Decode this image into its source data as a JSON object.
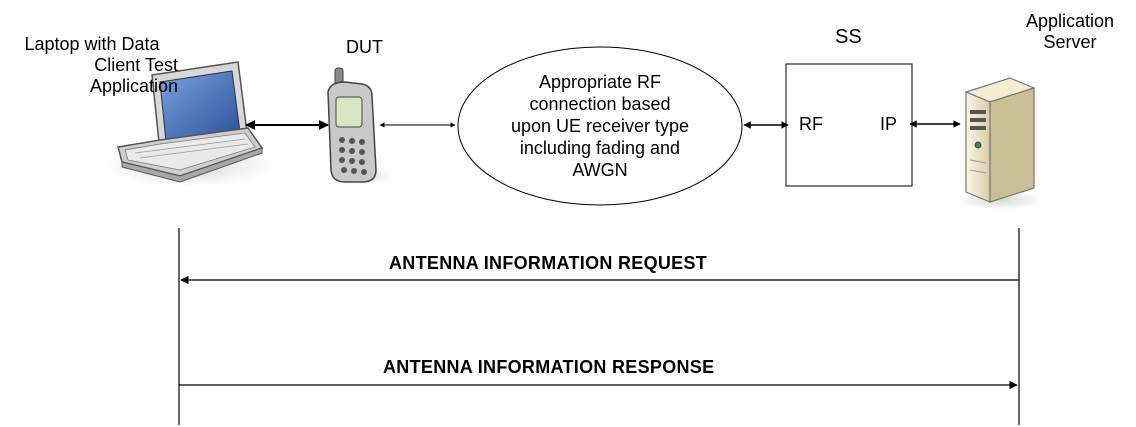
{
  "nodes": {
    "laptop": {
      "label_lines": [
        "Laptop with Data",
        "Client Test",
        "Application"
      ]
    },
    "dut": {
      "label": "DUT"
    },
    "rf_connection": {
      "label_lines": [
        "Appropriate RF",
        "connection based",
        "upon UE receiver type",
        "including fading and",
        "AWGN"
      ]
    },
    "ss": {
      "label": "SS",
      "port_rf": "RF",
      "port_ip": "IP"
    },
    "server": {
      "label_lines": [
        "Application",
        "Server"
      ]
    }
  },
  "messages": [
    {
      "label": "ANTENNA INFORMATION REQUEST",
      "direction": "server-to-laptop"
    },
    {
      "label": "ANTENNA INFORMATION RESPONSE",
      "direction": "laptop-to-server"
    }
  ],
  "colors": {
    "line": "#000000",
    "laptop_screen": "#3b5fa8",
    "server_body": "#efe6c8"
  }
}
